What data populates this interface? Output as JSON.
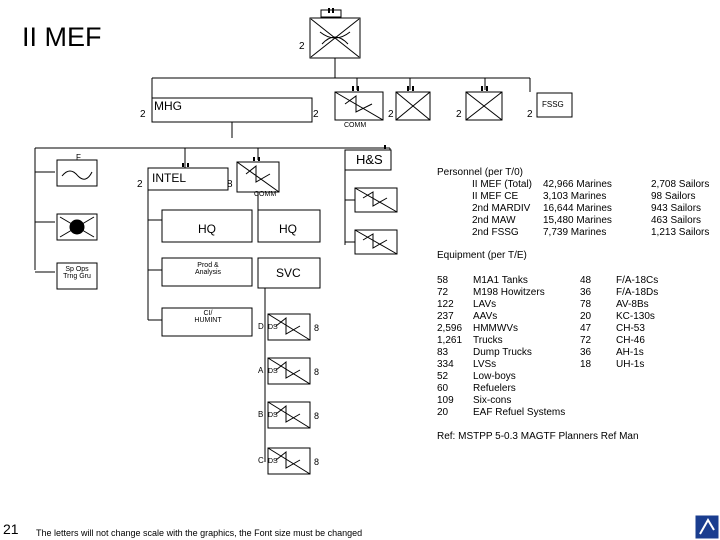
{
  "title": "II MEF",
  "page_number": "21",
  "footer_note": "The letters will not change scale with the graphics, the Font size must be changed",
  "reference": "Ref: MSTPP 5-0.3 MAGTF Planners Ref Man",
  "units": {
    "mef_echelon": "2",
    "mhg": "MHG",
    "mhg_echelon": "2",
    "comm_echelon": "2",
    "comm_label": "COMM",
    "ace_echelon": "2",
    "gce_echelon": "2",
    "fssg": "FSSG",
    "fssg_echelon": "2",
    "hs": "H&S",
    "intel": "INTEL",
    "intel_echelon": "2",
    "comm_bn_echelon": "8",
    "comm_bn_label": "COMM",
    "hq_left": "HQ",
    "hq_right": "HQ",
    "svc": "SVC",
    "prod_analysis": "Prod &\nAnalysis",
    "ci_humint": "CI/\nHUMINT",
    "sp_ops": "Sp Ops\nTrng Gru",
    "f_label": "F",
    "co_d": "D",
    "co_a": "A",
    "co_b": "B",
    "co_c": "C",
    "ds": "DS",
    "co_echelon": "8"
  },
  "personnel": {
    "header": "Personnel (per T/0)",
    "rows": [
      {
        "unit": "II MEF (Total)",
        "marines": "42,966 Marines",
        "sailors": "2,708 Sailors"
      },
      {
        "unit": "II MEF CE",
        "marines": "3,103 Marines",
        "sailors": "98 Sailors"
      },
      {
        "unit": "2nd MARDIV",
        "marines": "16,644 Marines",
        "sailors": "943 Sailors"
      },
      {
        "unit": "2nd MAW",
        "marines": "15,480 Marines",
        "sailors": "463 Sailors"
      },
      {
        "unit": "2nd FSSG",
        "marines": "7,739 Marines",
        "sailors": "1,213 Sailors"
      }
    ]
  },
  "equipment": {
    "header": "Equipment (per T/E)",
    "ground": [
      {
        "qty": "58",
        "item": "M1A1 Tanks"
      },
      {
        "qty": "72",
        "item": "M198 Howitzers"
      },
      {
        "qty": "122",
        "item": "LAVs"
      },
      {
        "qty": "237",
        "item": "AAVs"
      },
      {
        "qty": "2,596",
        "item": "HMMWVs"
      },
      {
        "qty": "1,261",
        "item": "Trucks"
      },
      {
        "qty": "83",
        "item": "Dump Trucks"
      },
      {
        "qty": "334",
        "item": "LVSs"
      },
      {
        "qty": "52",
        "item": "Low-boys"
      },
      {
        "qty": "60",
        "item": "Refuelers"
      },
      {
        "qty": "109",
        "item": "Six-cons"
      },
      {
        "qty": "20",
        "item": "EAF Refuel Systems"
      }
    ],
    "air": [
      {
        "qty": "48",
        "item": "F/A-18Cs"
      },
      {
        "qty": "36",
        "item": "F/A-18Ds"
      },
      {
        "qty": "78",
        "item": "AV-8Bs"
      },
      {
        "qty": "20",
        "item": "KC-130s"
      },
      {
        "qty": "47",
        "item": "CH-53"
      },
      {
        "qty": "72",
        "item": "CH-46"
      },
      {
        "qty": "36",
        "item": "AH-1s"
      },
      {
        "qty": "18",
        "item": "UH-1s"
      }
    ]
  }
}
